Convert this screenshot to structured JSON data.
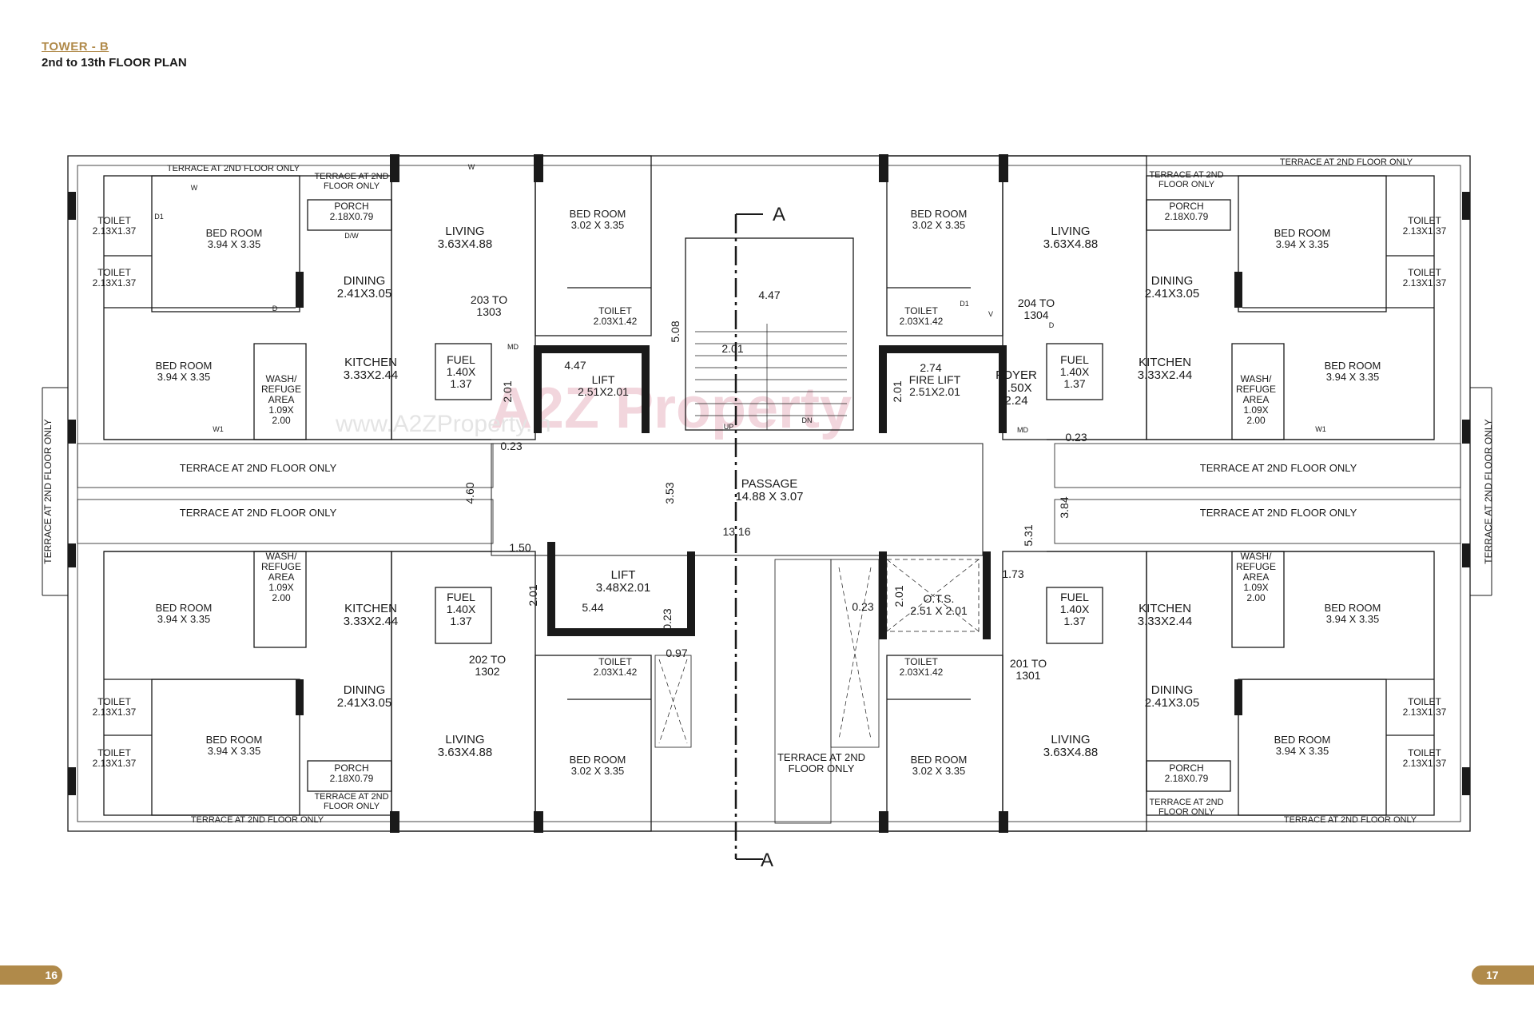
{
  "header": {
    "tower": "TOWER - B",
    "plan_title": "2nd to 13th FLOOR PLAN"
  },
  "pages": {
    "left": "16",
    "right": "17"
  },
  "section": {
    "label": "A"
  },
  "watermark": {
    "brand": "A2Z Property",
    "url": "www.A2ZProperty.in"
  },
  "colors": {
    "accent": "#b08a4a",
    "line": "#1a1a1a"
  },
  "labels": [
    {
      "id": "tl-terrace-top",
      "lines": [
        "TERRACE AT 2ND FLOOR ONLY"
      ]
    },
    {
      "id": "tl-terrace-porch",
      "lines": [
        "TERRACE AT 2ND",
        "FLOOR ONLY"
      ]
    },
    {
      "id": "tl-porch",
      "lines": [
        "PORCH",
        "2.18X0.79"
      ]
    },
    {
      "id": "tl-toilet1",
      "lines": [
        "TOILET",
        "2.13X1.37"
      ]
    },
    {
      "id": "tl-toilet2",
      "lines": [
        "TOILET",
        "2.13X1.37"
      ]
    },
    {
      "id": "tl-bed1",
      "lines": [
        "BED ROOM",
        "3.94 X 3.35"
      ]
    },
    {
      "id": "tl-living",
      "lines": [
        "LIVING",
        "3.63X4.88"
      ]
    },
    {
      "id": "tl-dining",
      "lines": [
        "DINING",
        "2.41X3.05"
      ]
    },
    {
      "id": "tl-bed2",
      "lines": [
        "BED ROOM",
        "3.02 X 3.35"
      ]
    },
    {
      "id": "tl-toilet3",
      "lines": [
        "TOILET",
        "2.03X1.42"
      ]
    },
    {
      "id": "tl-unit",
      "lines": [
        "203 TO",
        "1303"
      ]
    },
    {
      "id": "tl-bed3",
      "lines": [
        "BED ROOM",
        "3.94 X 3.35"
      ]
    },
    {
      "id": "tl-wash",
      "lines": [
        "WASH/",
        "REFUGE",
        "AREA",
        "1.09X",
        "2.00"
      ]
    },
    {
      "id": "tl-kitchen",
      "lines": [
        "KITCHEN",
        "3.33X2.44"
      ]
    },
    {
      "id": "tl-fuel",
      "lines": [
        "FUEL",
        "1.40X",
        "1.37"
      ]
    },
    {
      "id": "tl-terrace-mid",
      "lines": [
        "TERRACE AT 2ND FLOOR ONLY"
      ]
    },
    {
      "id": "tr-terrace-top",
      "lines": [
        "TERRACE AT 2ND FLOOR ONLY"
      ]
    },
    {
      "id": "tr-terrace-porch",
      "lines": [
        "TERRACE AT 2ND",
        "FLOOR ONLY"
      ]
    },
    {
      "id": "tr-porch",
      "lines": [
        "PORCH",
        "2.18X0.79"
      ]
    },
    {
      "id": "tr-toilet1",
      "lines": [
        "TOILET",
        "2.13X1.37"
      ]
    },
    {
      "id": "tr-toilet2",
      "lines": [
        "TOILET",
        "2.13X1.37"
      ]
    },
    {
      "id": "tr-bed1",
      "lines": [
        "BED ROOM",
        "3.94 X 3.35"
      ]
    },
    {
      "id": "tr-living",
      "lines": [
        "LIVING",
        "3.63X4.88"
      ]
    },
    {
      "id": "tr-dining",
      "lines": [
        "DINING",
        "2.41X3.05"
      ]
    },
    {
      "id": "tr-bed2",
      "lines": [
        "BED ROOM",
        "3.02 X 3.35"
      ]
    },
    {
      "id": "tr-toilet3",
      "lines": [
        "TOILET",
        "2.03X1.42"
      ]
    },
    {
      "id": "tr-unit",
      "lines": [
        "204 TO",
        "1304"
      ]
    },
    {
      "id": "tr-bed3",
      "lines": [
        "BED ROOM",
        "3.94 X 3.35"
      ]
    },
    {
      "id": "tr-wash",
      "lines": [
        "WASH/",
        "REFUGE",
        "AREA",
        "1.09X",
        "2.00"
      ]
    },
    {
      "id": "tr-kitchen",
      "lines": [
        "KITCHEN",
        "3.33X2.44"
      ]
    },
    {
      "id": "tr-fuel",
      "lines": [
        "FUEL",
        "1.40X",
        "1.37"
      ]
    },
    {
      "id": "tr-foyer",
      "lines": [
        "FOYER",
        "1.50X",
        "2.24"
      ]
    },
    {
      "id": "tr-terrace-mid",
      "lines": [
        "TERRACE AT 2ND FLOOR ONLY"
      ]
    },
    {
      "id": "bl-terrace-mid",
      "lines": [
        "TERRACE AT 2ND FLOOR ONLY"
      ]
    },
    {
      "id": "bl-bed3",
      "lines": [
        "BED ROOM",
        "3.94 X 3.35"
      ]
    },
    {
      "id": "bl-wash",
      "lines": [
        "WASH/",
        "REFUGE",
        "AREA",
        "1.09X",
        "2.00"
      ]
    },
    {
      "id": "bl-kitchen",
      "lines": [
        "KITCHEN",
        "3.33X2.44"
      ]
    },
    {
      "id": "bl-fuel",
      "lines": [
        "FUEL",
        "1.40X",
        "1.37"
      ]
    },
    {
      "id": "bl-unit",
      "lines": [
        "202 TO",
        "1302"
      ]
    },
    {
      "id": "bl-toilet1",
      "lines": [
        "TOILET",
        "2.13X1.37"
      ]
    },
    {
      "id": "bl-toilet2",
      "lines": [
        "TOILET",
        "2.13X1.37"
      ]
    },
    {
      "id": "bl-bed1",
      "lines": [
        "BED ROOM",
        "3.94 X 3.35"
      ]
    },
    {
      "id": "bl-dining",
      "lines": [
        "DINING",
        "2.41X3.05"
      ]
    },
    {
      "id": "bl-living",
      "lines": [
        "LIVING",
        "3.63X4.88"
      ]
    },
    {
      "id": "bl-porch",
      "lines": [
        "PORCH",
        "2.18X0.79"
      ]
    },
    {
      "id": "bl-terrace-porch",
      "lines": [
        "TERRACE AT 2ND",
        "FLOOR ONLY"
      ]
    },
    {
      "id": "bl-terrace-bottom",
      "lines": [
        "TERRACE AT 2ND FLOOR ONLY"
      ]
    },
    {
      "id": "bl-bed2",
      "lines": [
        "BED ROOM",
        "3.02 X 3.35"
      ]
    },
    {
      "id": "bl-toilet3",
      "lines": [
        "TOILET",
        "2.03X1.42"
      ]
    },
    {
      "id": "br-terrace-mid",
      "lines": [
        "TERRACE AT 2ND FLOOR ONLY"
      ]
    },
    {
      "id": "br-bed3",
      "lines": [
        "BED ROOM",
        "3.94 X 3.35"
      ]
    },
    {
      "id": "br-wash",
      "lines": [
        "WASH/",
        "REFUGE",
        "AREA",
        "1.09X",
        "2.00"
      ]
    },
    {
      "id": "br-kitchen",
      "lines": [
        "KITCHEN",
        "3.33X2.44"
      ]
    },
    {
      "id": "br-fuel",
      "lines": [
        "FUEL",
        "1.40X",
        "1.37"
      ]
    },
    {
      "id": "br-unit",
      "lines": [
        "201 TO",
        "1301"
      ]
    },
    {
      "id": "br-toilet1",
      "lines": [
        "TOILET",
        "2.13X1.37"
      ]
    },
    {
      "id": "br-toilet2",
      "lines": [
        "TOILET",
        "2.13X1.37"
      ]
    },
    {
      "id": "br-bed1",
      "lines": [
        "BED ROOM",
        "3.94 X 3.35"
      ]
    },
    {
      "id": "br-dining",
      "lines": [
        "DINING",
        "2.41X3.05"
      ]
    },
    {
      "id": "br-living",
      "lines": [
        "LIVING",
        "3.63X4.88"
      ]
    },
    {
      "id": "br-porch",
      "lines": [
        "PORCH",
        "2.18X0.79"
      ]
    },
    {
      "id": "br-terrace-porch",
      "lines": [
        "TERRACE AT 2ND",
        "FLOOR ONLY"
      ]
    },
    {
      "id": "br-terrace-bottom",
      "lines": [
        "TERRACE AT 2ND FLOOR ONLY"
      ]
    },
    {
      "id": "br-bed2",
      "lines": [
        "BED ROOM",
        "3.02 X 3.35"
      ]
    },
    {
      "id": "br-toilet3",
      "lines": [
        "TOILET",
        "2.03X1.42"
      ]
    },
    {
      "id": "c-terrace-low",
      "lines": [
        "TERRACE AT 2ND",
        "FLOOR ONLY"
      ]
    },
    {
      "id": "c-lift1",
      "lines": [
        "LIFT",
        "2.51X2.01"
      ]
    },
    {
      "id": "c-firelift",
      "lines": [
        "FIRE LIFT",
        "2.51X2.01"
      ]
    },
    {
      "id": "c-passage",
      "lines": [
        "PASSAGE",
        "14.88 X 3.07"
      ]
    },
    {
      "id": "c-lift2",
      "lines": [
        "LIFT",
        "3.48X2.01"
      ]
    },
    {
      "id": "c-ots",
      "lines": [
        "O.T.S.",
        "2.51 X 2.01"
      ]
    }
  ],
  "side_labels": [
    {
      "id": "left-side-terrace",
      "text": "TERRACE AT 2ND FLOOR ONLY"
    },
    {
      "id": "right-side-terrace",
      "text": "TERRACE AT 2ND FLOOR ONLY"
    }
  ],
  "dimensions": [
    {
      "id": "d-447-top",
      "text": "4.47"
    },
    {
      "id": "d-447-lift",
      "text": "4.47"
    },
    {
      "id": "d-201-stair",
      "text": "2.01"
    },
    {
      "id": "d-508",
      "text": "5.08"
    },
    {
      "id": "d-274",
      "text": "2.74"
    },
    {
      "id": "d-201-lift",
      "text": "2.01"
    },
    {
      "id": "d-201-firelift",
      "text": "2.01"
    },
    {
      "id": "d-023-left",
      "text": "0.23"
    },
    {
      "id": "d-023-right",
      "text": "0.23"
    },
    {
      "id": "d-460",
      "text": "4.60"
    },
    {
      "id": "d-353",
      "text": "3.53"
    },
    {
      "id": "d-1316",
      "text": "13.16"
    },
    {
      "id": "d-384",
      "text": "3.84"
    },
    {
      "id": "d-531",
      "text": "5.31"
    },
    {
      "id": "d-150",
      "text": "1.50"
    },
    {
      "id": "d-173",
      "text": "1.73"
    },
    {
      "id": "d-201-lift2",
      "text": "2.01"
    },
    {
      "id": "d-544",
      "text": "5.44"
    },
    {
      "id": "d-023-lift2",
      "text": "0.23"
    },
    {
      "id": "d-023-shaft",
      "text": "0.23"
    },
    {
      "id": "d-201-ots",
      "text": "2.01"
    },
    {
      "id": "d-097",
      "text": "0.97"
    }
  ],
  "marks": [
    {
      "id": "m1",
      "text": "W"
    },
    {
      "id": "m2",
      "text": "W"
    },
    {
      "id": "m3",
      "text": "D/W"
    },
    {
      "id": "m4",
      "text": "D1"
    },
    {
      "id": "m5",
      "text": "D"
    },
    {
      "id": "m6",
      "text": "W1"
    },
    {
      "id": "m7",
      "text": "MD"
    },
    {
      "id": "m8",
      "text": "UP"
    },
    {
      "id": "m9",
      "text": "DN"
    },
    {
      "id": "m10",
      "text": "MD"
    },
    {
      "id": "m11",
      "text": "D"
    },
    {
      "id": "m12",
      "text": "V"
    },
    {
      "id": "m13",
      "text": "D1"
    },
    {
      "id": "m14",
      "text": "W1"
    }
  ]
}
